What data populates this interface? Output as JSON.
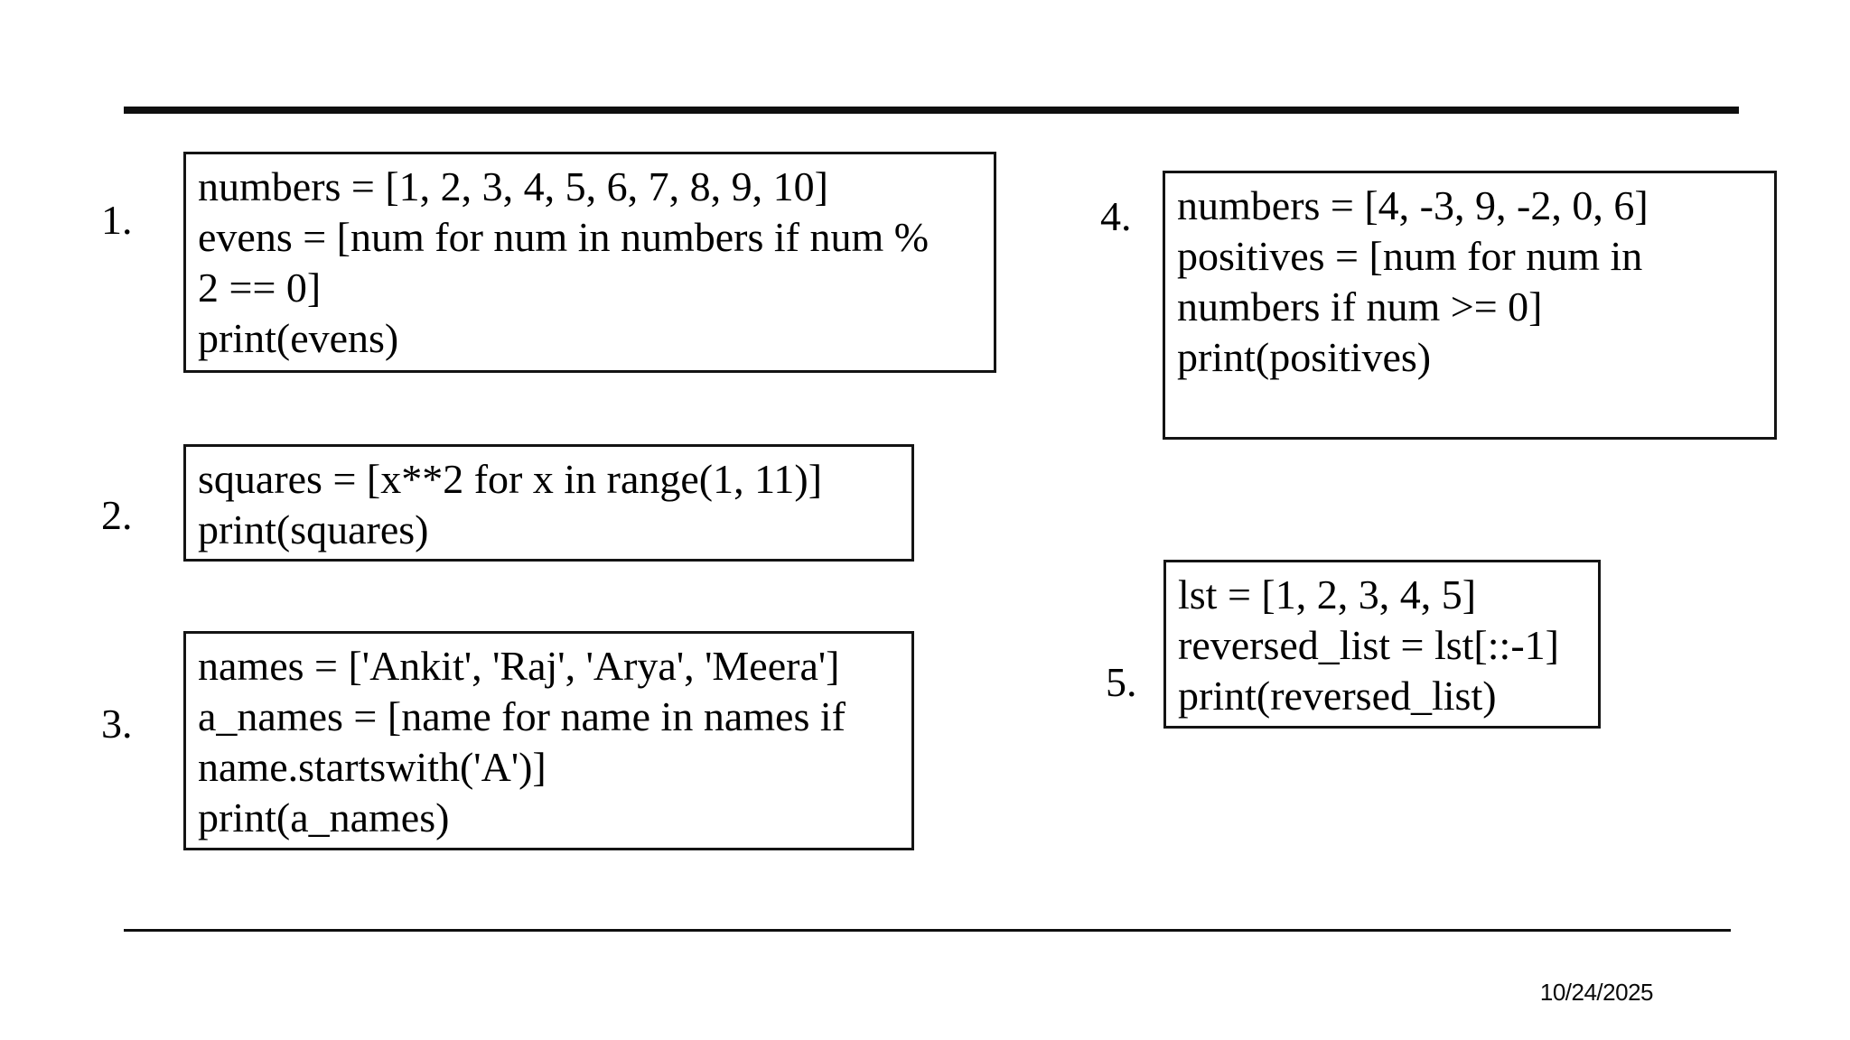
{
  "slide": {
    "background": "#ffffff",
    "text_color": "#000000",
    "rule_color": "#0f0f0f",
    "date": "10/24/2025"
  },
  "items": [
    {
      "number": "1.",
      "lines": [
        "numbers = [1, 2, 3, 4, 5, 6, 7, 8, 9, 10]",
        "evens = [num for num in numbers if num %",
        "2 == 0]",
        "print(evens)"
      ]
    },
    {
      "number": "2.",
      "lines": [
        "squares = [x**2 for x in range(1, 11)]",
        "print(squares)"
      ]
    },
    {
      "number": "3.",
      "lines": [
        "names = ['Ankit', 'Raj', 'Arya', 'Meera']",
        "a_names = [name for name in names if",
        "name.startswith('A')]",
        "print(a_names)"
      ]
    },
    {
      "number": "4.",
      "lines": [
        "numbers = [4, -3, 9, -2, 0, 6]",
        "positives = [num for num in",
        "numbers if num >= 0]",
        "print(positives)"
      ]
    },
    {
      "number": "5.",
      "lines": [
        "lst = [1, 2, 3, 4, 5]",
        "reversed_list = lst[::-1]",
        "print(reversed_list)"
      ]
    }
  ]
}
